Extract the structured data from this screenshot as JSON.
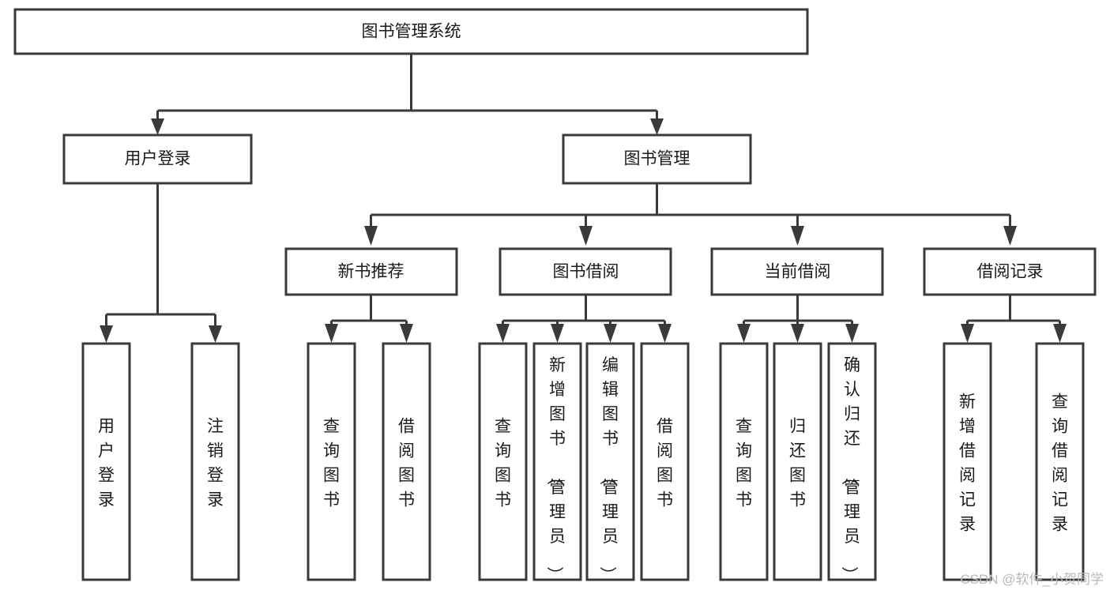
{
  "diagram": {
    "type": "hierarchy-tree",
    "title": "图书管理系统",
    "root": {
      "id": "root",
      "label": "图书管理系统",
      "orientation": "horizontal"
    },
    "level2": [
      {
        "id": "user-login",
        "label": "用户登录",
        "orientation": "horizontal"
      },
      {
        "id": "book-management",
        "label": "图书管理",
        "orientation": "horizontal"
      }
    ],
    "level3": [
      {
        "id": "new-book-recommend",
        "label": "新书推荐",
        "orientation": "horizontal",
        "parent": "book-management"
      },
      {
        "id": "book-borrow",
        "label": "图书借阅",
        "orientation": "horizontal",
        "parent": "book-management"
      },
      {
        "id": "current-borrow",
        "label": "当前借阅",
        "orientation": "horizontal",
        "parent": "book-management"
      },
      {
        "id": "borrow-record",
        "label": "借阅记录",
        "orientation": "horizontal",
        "parent": "book-management"
      }
    ],
    "leaves": [
      {
        "id": "leaf-user-login",
        "label": "用户登录",
        "orientation": "vertical",
        "parent": "user-login"
      },
      {
        "id": "leaf-user-logout",
        "label": "注销登录",
        "orientation": "vertical",
        "parent": "user-login"
      },
      {
        "id": "leaf-query-book-1",
        "label": "查询图书",
        "orientation": "vertical",
        "parent": "new-book-recommend"
      },
      {
        "id": "leaf-borrow-book-1",
        "label": "借阅图书",
        "orientation": "vertical",
        "parent": "new-book-recommend"
      },
      {
        "id": "leaf-query-book-2",
        "label": "查询图书",
        "orientation": "vertical",
        "parent": "book-borrow"
      },
      {
        "id": "leaf-add-book",
        "label": "新增图书（管理员）",
        "orientation": "vertical",
        "parent": "book-borrow"
      },
      {
        "id": "leaf-edit-book",
        "label": "编辑图书（管理员）",
        "orientation": "vertical",
        "parent": "book-borrow"
      },
      {
        "id": "leaf-borrow-book-2",
        "label": "借阅图书",
        "orientation": "vertical",
        "parent": "book-borrow"
      },
      {
        "id": "leaf-query-book-3",
        "label": "查询图书",
        "orientation": "vertical",
        "parent": "current-borrow"
      },
      {
        "id": "leaf-return-book",
        "label": "归还图书",
        "orientation": "vertical",
        "parent": "current-borrow"
      },
      {
        "id": "leaf-confirm-return",
        "label": "确认归还（管理员）",
        "orientation": "vertical",
        "parent": "current-borrow"
      },
      {
        "id": "leaf-add-record",
        "label": "新增借阅记录",
        "orientation": "vertical",
        "parent": "borrow-record"
      },
      {
        "id": "leaf-query-record",
        "label": "查询借阅记录",
        "orientation": "vertical",
        "parent": "borrow-record"
      }
    ],
    "colors": {
      "stroke": "#3a3a3a",
      "fill": "#ffffff",
      "text": "#1a1a1a",
      "background": "#ffffff",
      "watermark": "#b9b9b9"
    }
  },
  "watermark": {
    "text": "CSDN @软件_小贺同学"
  }
}
